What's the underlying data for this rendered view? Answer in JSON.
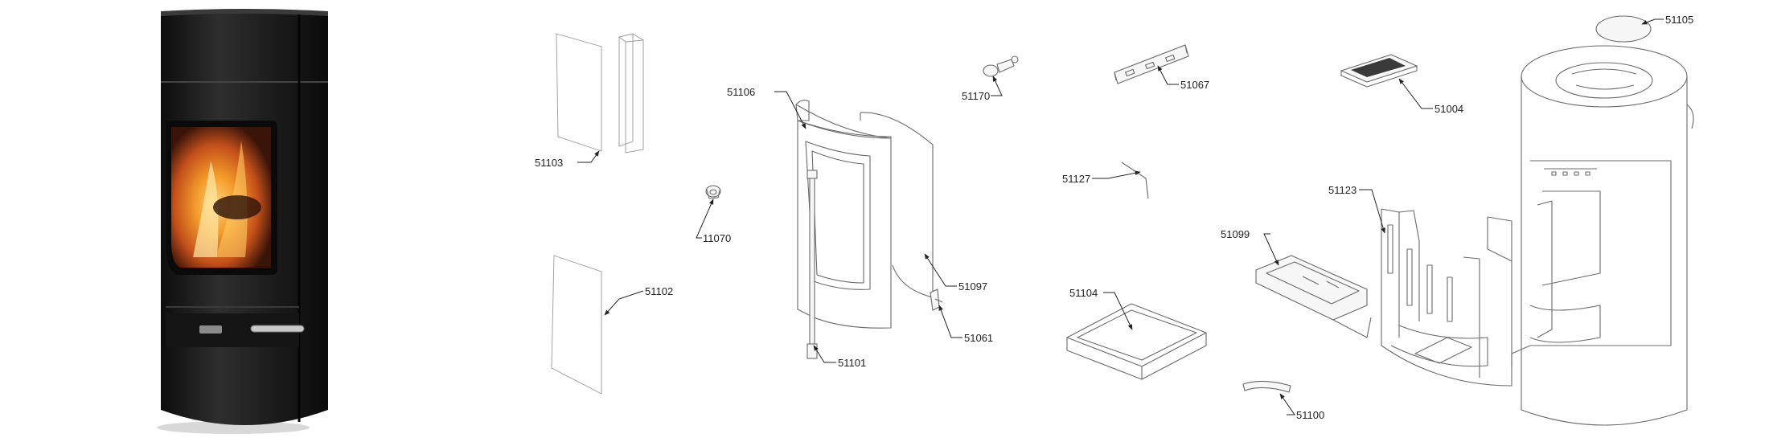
{
  "parts": [
    {
      "id": "part-51103",
      "label": "51103"
    },
    {
      "id": "part-51102",
      "label": "51102"
    },
    {
      "id": "part-11070",
      "label": "11070"
    },
    {
      "id": "part-51106",
      "label": "51106"
    },
    {
      "id": "part-51097",
      "label": "51097"
    },
    {
      "id": "part-51101",
      "label": "51101"
    },
    {
      "id": "part-51061",
      "label": "51061"
    },
    {
      "id": "part-51170",
      "label": "51170"
    },
    {
      "id": "part-51067",
      "label": "51067"
    },
    {
      "id": "part-51127",
      "label": "51127"
    },
    {
      "id": "part-51104",
      "label": "51104"
    },
    {
      "id": "part-51004",
      "label": "51004"
    },
    {
      "id": "part-51123",
      "label": "51123"
    },
    {
      "id": "part-51099",
      "label": "51099"
    },
    {
      "id": "part-51100",
      "label": "51100"
    },
    {
      "id": "part-51105",
      "label": "51105"
    }
  ],
  "colors": {
    "stove_body": "#1c1c1c",
    "line": "#6a6a6a",
    "fire": "#e8731c"
  }
}
